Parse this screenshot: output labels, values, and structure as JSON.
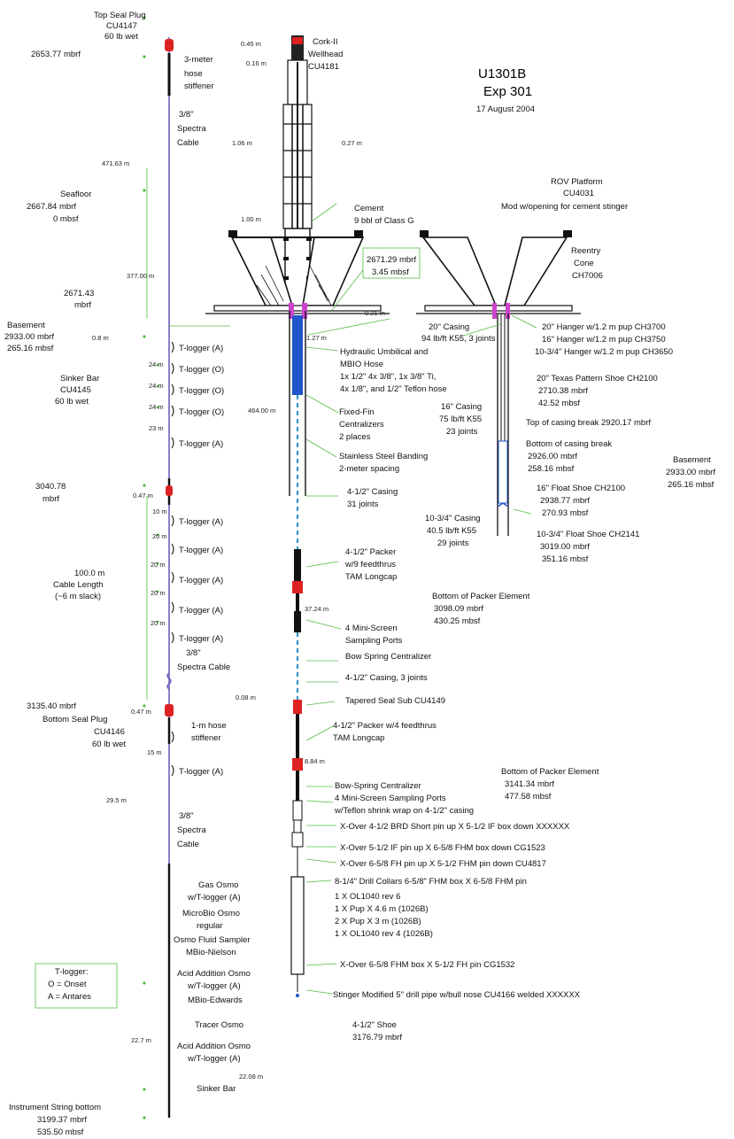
{
  "header": {
    "site": "U1301B",
    "expedition": "Exp 301",
    "date": "17 August 2004"
  },
  "labels": [
    "Top Seal Plug",
    "CU4147",
    "60 lb wet",
    "2653.77 mbrf",
    "3-meter",
    "hose",
    "stiffener",
    "3/8\"",
    "Spectra",
    "Cable",
    "471.63 m",
    "Seafloor",
    "2667.84 mbrf",
    "0 mbsf",
    "377.00 m",
    "2671.43",
    "mbrf",
    "Basement",
    "2933.00 mbrf",
    "265.16 mbsf",
    "0.8 m",
    "T-logger (A)",
    "24 m",
    "T-logger (O)",
    "24 m",
    "T-logger (O)",
    "24 m",
    "T-logger (O)",
    "23 m",
    "T-logger (A)",
    "Sinker Bar",
    "CU4145",
    "60 lb wet",
    "3040.78",
    "mbrf",
    "0.47 m",
    "10 m",
    "T-logger (A)",
    "20 m",
    "T-logger (A)",
    "20 m",
    "T-logger (A)",
    "20 m",
    "T-logger (A)",
    "20 m",
    "T-logger (A)",
    "100.0 m",
    "Cable Length",
    "(~6 m slack)",
    "3/8\"",
    "Spectra Cable",
    "3135.40 mbrf",
    "Bottom Seal Plug",
    "CU4146",
    "60 lb wet",
    "0.47 m",
    "1-m hose",
    "stiffener",
    "15 m",
    "T-logger (A)",
    "29.5 m",
    "3/8\"",
    "Spectra",
    "Cable",
    "Gas Osmo",
    "w/T-logger (A)",
    "MicroBio Osmo",
    "regular",
    "Osmo Fluid Sampler",
    "MBio-Nielson",
    "Acid Addition Osmo",
    "w/T-logger (A)",
    "MBio-Edwards",
    "Tracer Osmo",
    "22.7 m",
    "Acid Addition Osmo",
    "w/T-logger (A)",
    "Sinker Bar",
    "22.08 m",
    "Instrument String bottom",
    "3199.37 mbrf",
    "535.50 mbsf",
    "T-logger:",
    "O = Onset",
    "A = Antares",
    "0.45 m",
    "0.16 m",
    "Cork-II",
    "Wellhead",
    "CU4181",
    "1.06 m",
    "0.27 m",
    "1.00 m",
    "Cement",
    "9 bbl of Class G",
    "ROV Platform",
    "CU4031",
    "Mod w/opening for cement stinger",
    "2671.29 mbrf",
    "3.45 mbsf",
    "Reentry",
    "Cone",
    "CH7006",
    "0.21 m",
    "1.27 m",
    "20\" Casing",
    "94 lb/ft K55, 3 joints",
    "20\" Hanger w/1.2 m pup CH3700",
    "16\" Hanger w/1.2 m pup CH3750",
    "10-3/4\" Hanger w/1.2 m pup CH3650",
    "Hydraulic Umbilical and",
    "MBIO Hose",
    "1x 1/2\" 4x 3/8\", 1x 3/8\" Ti,",
    "4x 1/8\", and 1/2\" Teflon hose",
    "20\" Texas Pattern Shoe CH2100",
    "2710.38 mbrf",
    "42.52 mbsf",
    "464.00 m",
    "Fixed-Fin",
    "Centralizers",
    "2 places",
    "16\" Casing",
    "75 lb/ft K55",
    "23 joints",
    "Top of casing break 2920.17 mbrf",
    "Stainless Steel Banding",
    "2-meter spacing",
    "Bottom of casing break",
    "2926.00 mbrf",
    "258.16 mbsf",
    "Basement",
    "2933.00 mbrf",
    "265.16 mbsf",
    "4-1/2\" Casing",
    "31 joints",
    "16\" Float Shoe CH2100",
    "2938.77 mbrf",
    "270.93 mbsf",
    "10-3/4\" Casing",
    "40.5 lb/ft K55",
    "29 joints",
    "10-3/4\" Float Shoe CH2141",
    "3019.00 mbrf",
    "351.16 mbsf",
    "4-1/2\" Packer",
    "w/9 feedthrus",
    "TAM Longcap",
    "Bottom of Packer Element",
    "3098.09 mbrf",
    "430.25 mbsf",
    "37.24 m",
    "4 Mini-Screen",
    "Sampling Ports",
    "Bow Spring Centralizer",
    "4-1/2\" Casing, 3 joints",
    "0.08 m",
    "Tapered Seal Sub CU4149",
    "4-1/2\" Packer w/4 feedthrus",
    "TAM Longcap",
    "8.84 m",
    "Bottom of Packer Element",
    "3141.34 mbrf",
    "477.58 mbsf",
    "Bow-Spring Centralizer",
    "4 Mini-Screen Sampling Ports",
    "w/Teflon shrink wrap on 4-1/2\" casing",
    "X-Over 4-1/2 BRD Short pin up X 5-1/2 IF box down XXXXXX",
    "X-Over 5-1/2 IF pin up X 6-5/8 FHM box down CG1523",
    "X-Over 6-5/8 FH pin up X 5-1/2 FHM pin down CU4817",
    "8-1/4\" Drill Collars 6-5/8\" FHM box X 6-5/8 FHM pin",
    "1 X OL1040 rev 6",
    "1 X Pup X 4.6 m (1026B)",
    "2 X Pup X 3 m (1026B)",
    "1 X OL1040 rev 4 (1026B)",
    "X-Over 6-5/8 FHM box X 5-1/2 FH pin CG1532",
    "Stinger Modified 5\" drill pipe w/bull nose CU4166 welded XXXXXX",
    "4-1/2\" Shoe",
    "3176.79 mbrf"
  ],
  "colors": {
    "line": "#111111",
    "casing": "#333333",
    "cable": "#6f5fbf",
    "leader": "#55bb44",
    "seal": "#dd2222",
    "flange": "#cc44cc",
    "blue": "#2255cc"
  }
}
